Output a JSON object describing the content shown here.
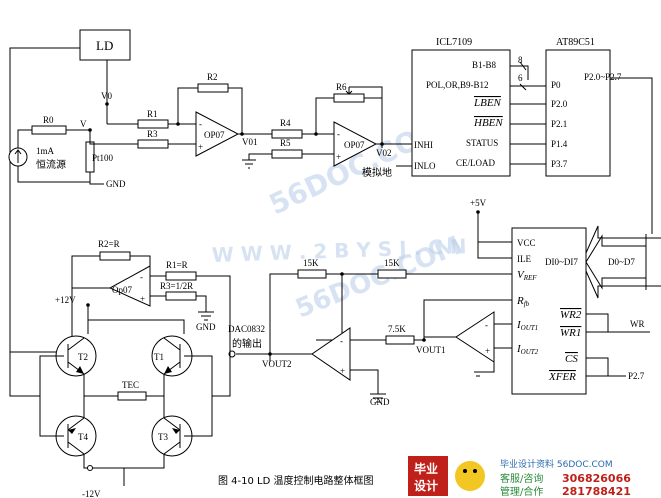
{
  "blocks": {
    "ld": "LD",
    "icl": "ICL7109",
    "at89": "AT89C51",
    "current_source_top": "1mA",
    "current_source_bottom": "恒流源"
  },
  "icl_pins": {
    "b1b8": "B1-B8",
    "pol": "POL,OR,B9-B12",
    "lben": "LBEN",
    "hben": "HBEN",
    "status": "STATUS",
    "ceload": "CE/LOAD",
    "inhi": "INHI",
    "inlo": "INLO"
  },
  "at_pins": {
    "p2x": "P2.0~P2.7",
    "p0": "P0",
    "p20": "P2.0",
    "p21": "P2.1",
    "p14": "P1.4",
    "p37": "P3.7"
  },
  "dac_pins": {
    "vcc": "VCC",
    "ile": "ILE",
    "vref_v": "V",
    "vref_sub": "REF",
    "rfb_r": "R",
    "rfb_sub": "fb",
    "iout1_i": "I",
    "iout1_sub": "OUT1",
    "iout2_i": "I",
    "iout2_sub": "OUT2",
    "di": "DI0~DI7",
    "wr2": "WR2",
    "wr1": "WR1",
    "cs": "CS",
    "xfer": "XFER"
  },
  "labels": {
    "v0": "V0",
    "v": "V",
    "r0": "R0",
    "r1": "R1",
    "r2": "R2",
    "r3": "R3",
    "r4": "R4",
    "r5": "R5",
    "r6": "R6",
    "pt100": "Pt100",
    "gnd1": "GND",
    "op07_1": "OP07",
    "op07_2": "OP07",
    "v01": "V01",
    "v02": "V02",
    "analog_ground": "模拟地",
    "bus8": "8",
    "bus6": "6",
    "plus5v": "+5V",
    "d0d7": "D0~D7",
    "wr": "WR",
    "p27": "P2.7",
    "r15k_a": "15K",
    "r15k_b": "15K",
    "r75k": "7.5K",
    "vout1": "VOUT1",
    "vout2": "VOUT2",
    "dac0832": "DAC0832",
    "dac_output": "的输出",
    "gnd2": "GND",
    "gnd3": "GND",
    "r2r": "R2=R",
    "r1r": "R1=R",
    "r3half": "R3=1/2R",
    "op07_3": "Op07",
    "plus12v": "+12V",
    "minus12v": "-12V",
    "t1": "T1",
    "t2": "T2",
    "t3": "T3",
    "t4": "T4",
    "tec": "TEC",
    "plus": "+",
    "minus": "-"
  },
  "caption": "图 4-10   LD 温度控制电路整体框图",
  "watermarks": {
    "w1": "56DOC.COM",
    "w2": "W W W . 2 B Y S J . C N",
    "w3": "56DOC.COM"
  },
  "banner": {
    "logo_top": "毕业",
    "logo_bottom": "设计",
    "site": "毕业设计资料 56DOC.COM",
    "kefu": "客服/咨询",
    "qq1": "306826066",
    "guanli": "管理/合作",
    "qq2": "281788421"
  }
}
